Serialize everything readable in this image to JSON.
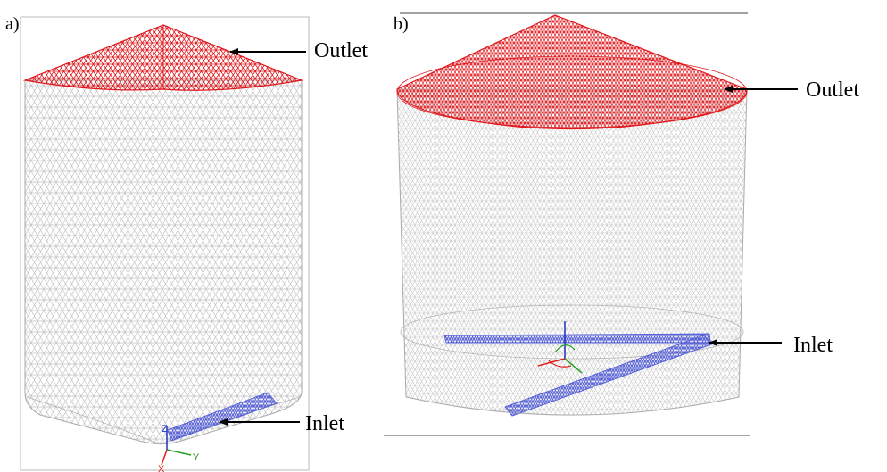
{
  "panels": [
    {
      "id": "a",
      "tag": "a)",
      "outlet_label": "Outlet",
      "inlet_label": "Inlet",
      "axes": {
        "x": "X",
        "y": "Y",
        "z": "Z"
      }
    },
    {
      "id": "b",
      "tag": "b)",
      "outlet_label": "Outlet",
      "inlet_label": "Inlet",
      "axes": {
        "x": "",
        "y": "",
        "z": ""
      }
    }
  ],
  "colors": {
    "background": "#ffffff",
    "mesh": "#c4c4c4",
    "outlet_mesh": "#e0161b",
    "inlet_mesh": "#5560d8",
    "arrow": "#000000",
    "axis_x": "#e02020",
    "axis_y": "#20a020",
    "axis_z": "#2030c0"
  }
}
